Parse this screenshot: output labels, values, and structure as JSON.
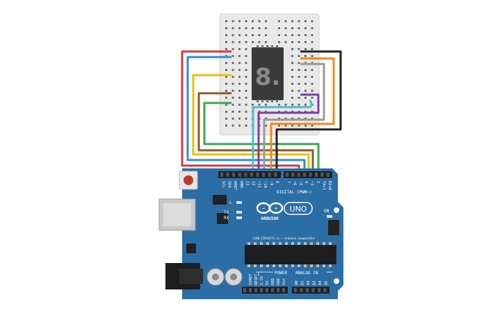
{
  "board": {
    "pin_labels_top": [
      "SCL",
      "SDA",
      "AREF",
      "GND",
      "13",
      "12",
      "~11",
      "~10",
      "~9",
      "8",
      "7",
      "~6",
      "~5",
      "4",
      "~3",
      "2",
      "TX▸1",
      "RX◂0"
    ],
    "digital_label": "DIGITAL (PWM~)",
    "led_l": "L",
    "led_tx": "TX",
    "led_rx": "RX",
    "brand": "ARDUINO",
    "model": "UNO",
    "on_label": "ON",
    "chip_caption": "1280.CIRCUITS.io • Arduino compatible",
    "power_label": "POWER",
    "analog_label": "ANALOG IN",
    "power_pins": [
      "IOREF",
      "RESET",
      "3.3V",
      "5V",
      "GND",
      "GND",
      "Vin"
    ],
    "analog_pins": [
      "A0",
      "A1",
      "A2",
      "A3",
      "A4",
      "A5"
    ]
  },
  "display": {
    "digit": "8."
  },
  "colors": {
    "board": "#2b6ea6",
    "breadboard": "#e8e8e8",
    "wire_red": "#d93a3a",
    "wire_blue": "#2f8fd0",
    "wire_yellow": "#e8c200",
    "wire_brown": "#8b5a2b",
    "wire_green": "#3aa64a",
    "wire_cyan": "#4fb8d0",
    "wire_purple": "#7b3fa0",
    "wire_grey": "#9a9a9a",
    "wire_orange": "#ef8a1a",
    "wire_black": "#222222"
  }
}
